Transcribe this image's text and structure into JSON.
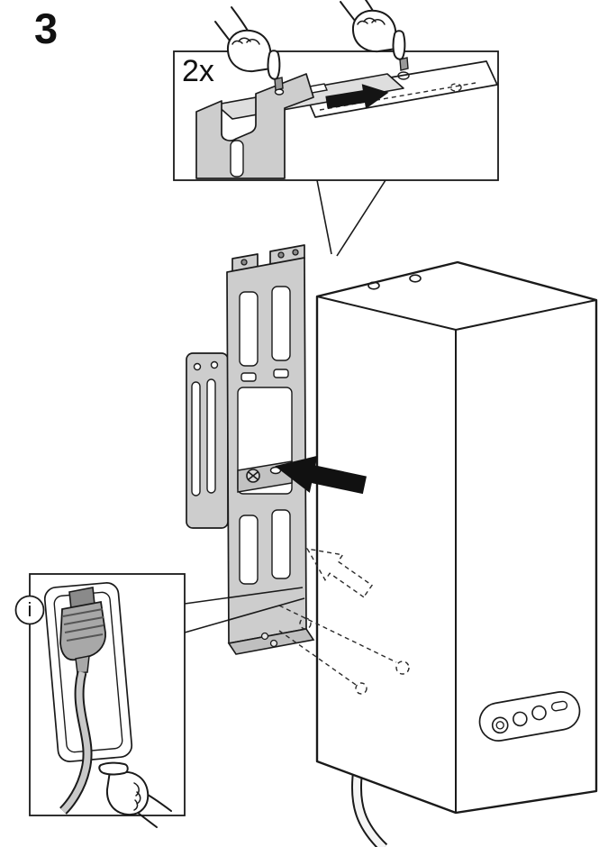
{
  "page": {
    "step_number": "3",
    "background_color": "#ffffff"
  },
  "top_callout": {
    "quantity_label": "2x"
  },
  "info_callout": {
    "icon_glyph": "i"
  },
  "colors": {
    "line": "#1a1a1a",
    "bracket_fill": "#cdcdcd",
    "plug_fill": "#a8a8a8",
    "arrow_fill": "#111111",
    "background": "#ffffff"
  },
  "icons": {
    "info_icon": "i",
    "pressing_hand_icon": "pointing-hand",
    "slide_direction_arrow": "solid-left-arrow",
    "insert_direction_arrow": "solid-right-arrow",
    "alignment_arrow": "dashed-outline-arrow"
  }
}
